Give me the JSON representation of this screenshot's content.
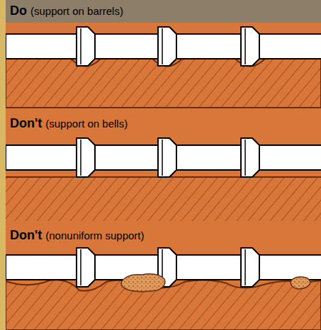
{
  "diagram": {
    "labels": [
      "Do",
      "(support on barrels)",
      "Don't",
      "(support on bells)",
      "Don't",
      "(nonuniform support)"
    ]
  }
}
